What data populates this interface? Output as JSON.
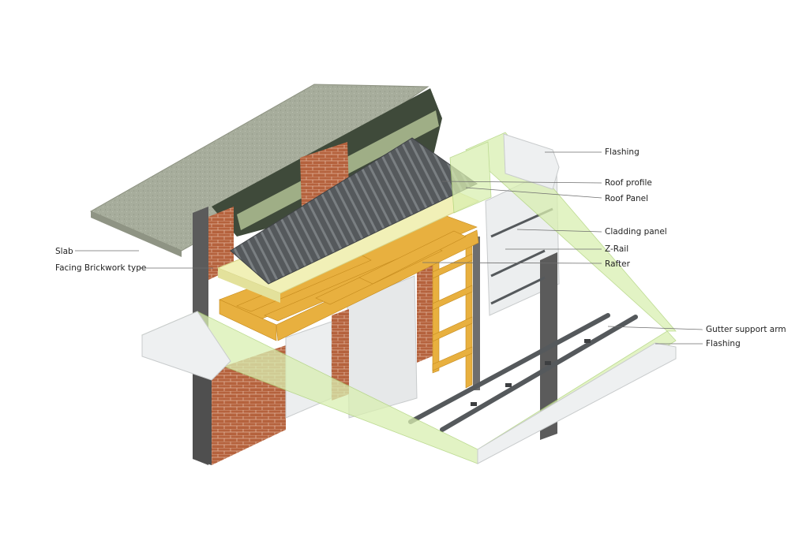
{
  "labels": {
    "flashing_top": "Flashing",
    "roof_profile": "Roof profile",
    "roof_panel": "Roof Panel",
    "cladding_panel": "Cladding panel",
    "z_rail": "Z-Rail",
    "rafter": "Rafter",
    "slab": "Slab",
    "facing_brickwork": "Facing Brickwork type",
    "gutter_support_arm": "Gutter support arm",
    "flashing_bottom": "Flashing"
  },
  "colors": {
    "slab": "#a7ad9c",
    "brick": "#b5623d",
    "concrete_dark": "#5b5b5b",
    "roof_metal": "#55595c",
    "insulation": "#f1f0b7",
    "timber": "#e8b03f",
    "glass_green": "#d9efb1",
    "panel_white": "#eceeef",
    "leader_line": "#6e6e6e"
  }
}
